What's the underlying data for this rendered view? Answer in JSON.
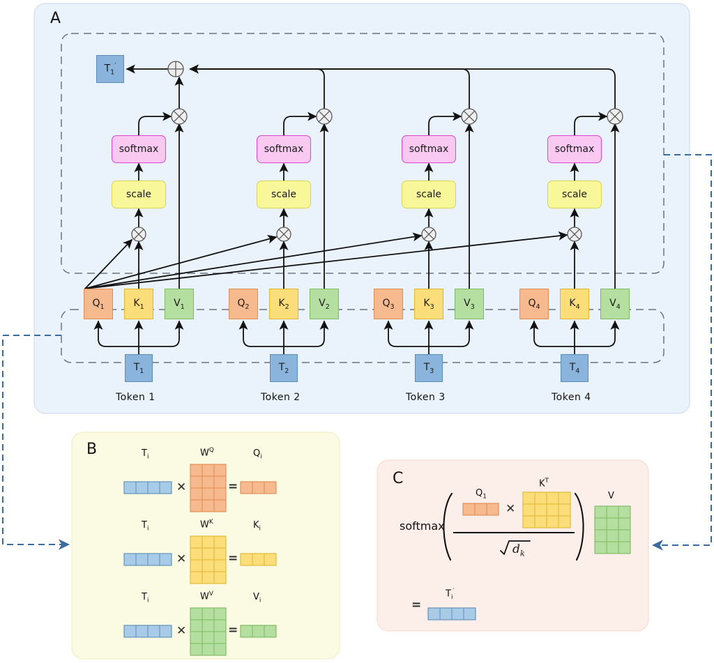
{
  "figure": {
    "title": "Self-attention mechanism diagram",
    "panels": [
      {
        "id": "A",
        "label": "A"
      },
      {
        "id": "B",
        "label": "B"
      },
      {
        "id": "C",
        "label": "C"
      }
    ]
  },
  "colors": {
    "panel_a_bg": "#eaf2fb",
    "panel_b_bg": "#fbfbe3",
    "panel_c_bg": "#fcefe9",
    "query_fill": "#f7b98e",
    "query_stroke": "#e08b52",
    "key_fill": "#fbdd7a",
    "key_stroke": "#dfb62f",
    "value_fill": "#b4dfa0",
    "value_stroke": "#7cb95f",
    "token_fill": "#8ab4dc",
    "token_stroke": "#5b8db8",
    "softmax_fill": "#f9c9f2",
    "softmax_stroke": "#db45cf",
    "scale_fill": "#f8f79a",
    "scale_stroke": "#d8d456",
    "connector_blue": "#3a6b9e",
    "arrow_black": "#111111",
    "dashed_gray": "#6b7280"
  },
  "panelA": {
    "letter": "A",
    "output_token": "T",
    "output_token_sub": "1",
    "output_token_prime": "′",
    "sum_node": "plus-circle",
    "columns": [
      {
        "token_caption": "Token 1",
        "token_label": "T",
        "token_sub": "1",
        "q_label": "Q",
        "q_sub": "1",
        "k_label": "K",
        "k_sub": "1",
        "v_label": "V",
        "v_sub": "1",
        "scale_label": "scale",
        "softmax_label": "softmax"
      },
      {
        "token_caption": "Token 2",
        "token_label": "T",
        "token_sub": "2",
        "q_label": "Q",
        "q_sub": "2",
        "k_label": "K",
        "k_sub": "2",
        "v_label": "V",
        "v_sub": "2",
        "scale_label": "scale",
        "softmax_label": "softmax"
      },
      {
        "token_caption": "Token 3",
        "token_label": "T",
        "token_sub": "3",
        "q_label": "Q",
        "q_sub": "3",
        "k_label": "K",
        "k_sub": "3",
        "v_label": "V",
        "v_sub": "3",
        "scale_label": "scale",
        "softmax_label": "softmax"
      },
      {
        "token_caption": "Token 4",
        "token_label": "T",
        "token_sub": "4",
        "q_label": "Q",
        "q_sub": "4",
        "k_label": "K",
        "k_sub": "4",
        "v_label": "V",
        "v_sub": "4",
        "scale_label": "scale",
        "softmax_label": "softmax"
      }
    ]
  },
  "panelB": {
    "letter": "B",
    "rows": [
      {
        "input_label": "T",
        "input_sub": "i",
        "weight_label": "W",
        "weight_sup": "Q",
        "output_label": "Q",
        "output_sub": "i",
        "times": "✕",
        "equals": "=",
        "input_cells": 4,
        "weight_rows": 4,
        "weight_cols": 3,
        "output_cells": 3,
        "color": "query"
      },
      {
        "input_label": "T",
        "input_sub": "i",
        "weight_label": "W",
        "weight_sup": "K",
        "output_label": "K",
        "output_sub": "i",
        "times": "✕",
        "equals": "=",
        "input_cells": 4,
        "weight_rows": 4,
        "weight_cols": 3,
        "output_cells": 3,
        "color": "key"
      },
      {
        "input_label": "T",
        "input_sub": "i",
        "weight_label": "W",
        "weight_sup": "V",
        "output_label": "V",
        "output_sub": "i",
        "times": "✕",
        "equals": "=",
        "input_cells": 4,
        "weight_rows": 4,
        "weight_cols": 3,
        "output_cells": 3,
        "color": "value"
      }
    ]
  },
  "panelC": {
    "letter": "C",
    "softmax_label": "softmax",
    "q_label": "Q",
    "q_sub": "1",
    "kt_label": "K",
    "kt_sup": "T",
    "v_label": "V",
    "times": "✕",
    "denominator": "d",
    "denominator_sub": "k",
    "radical": "√",
    "equals": "=",
    "result_label": "T",
    "result_sub": "i",
    "result_prime": "′",
    "q_cells": 3,
    "kt_rows": 3,
    "kt_cols": 4,
    "v_rows": 4,
    "v_cols": 3,
    "result_cells": 4
  }
}
